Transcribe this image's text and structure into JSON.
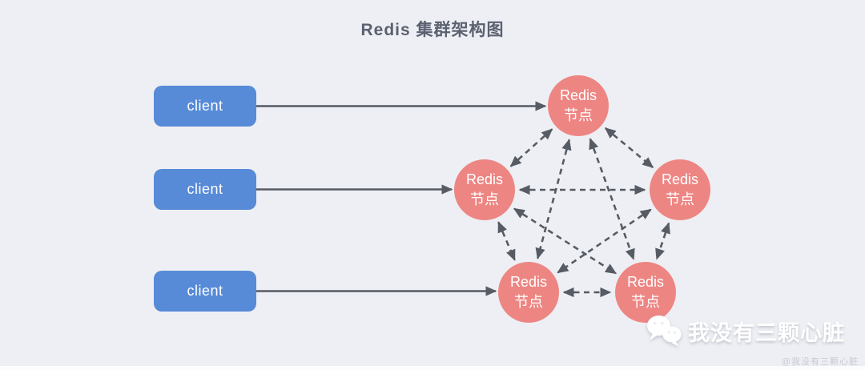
{
  "title": "Redis 集群架构图",
  "clients": [
    {
      "label": "client"
    },
    {
      "label": "client"
    },
    {
      "label": "client"
    }
  ],
  "nodes": [
    {
      "id": "node-top",
      "line1": "Redis",
      "line2": "节点"
    },
    {
      "id": "node-middle-left",
      "line1": "Redis",
      "line2": "节点"
    },
    {
      "id": "node-middle-right",
      "line1": "Redis",
      "line2": "节点"
    },
    {
      "id": "node-bottom-left",
      "line1": "Redis",
      "line2": "节点"
    },
    {
      "id": "node-bottom-right",
      "line1": "Redis",
      "line2": "节点"
    }
  ],
  "edges": {
    "client_to_node": [
      [
        0,
        0
      ],
      [
        1,
        1
      ],
      [
        2,
        3
      ]
    ],
    "node_mesh": [
      [
        0,
        1
      ],
      [
        0,
        2
      ],
      [
        0,
        3
      ],
      [
        0,
        4
      ],
      [
        1,
        2
      ],
      [
        1,
        3
      ],
      [
        1,
        4
      ],
      [
        2,
        3
      ],
      [
        2,
        4
      ],
      [
        3,
        4
      ]
    ]
  },
  "watermark": {
    "icon": "wechat-icon",
    "label": "我没有三颗心脏",
    "credit": "@我没有三颗心脏"
  },
  "colors": {
    "background": "#EEEFF4",
    "client_fill": "#578BD8",
    "node_fill": "#ED8683",
    "arrow": "#565B64",
    "title_text": "#5B6170",
    "credit_text": "#C7CAD4",
    "label_text": "#FFFFFF"
  }
}
